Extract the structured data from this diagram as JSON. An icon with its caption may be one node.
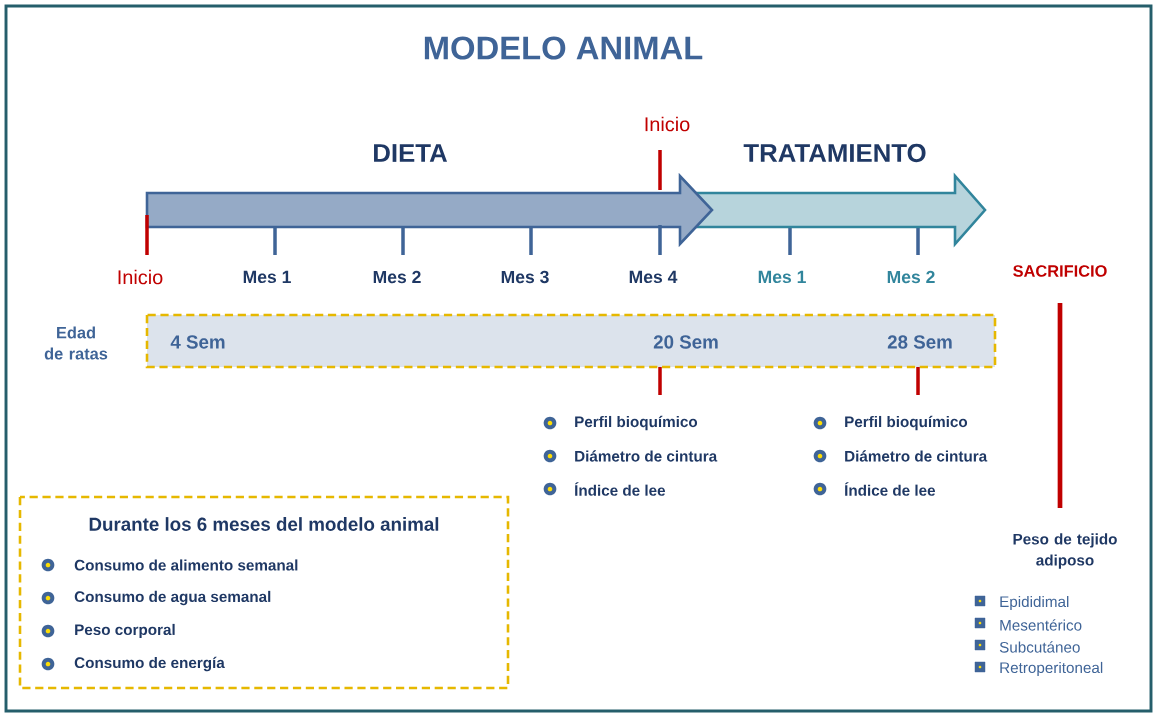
{
  "diagram": {
    "title": "MODELO ANIMAL",
    "nodes": [
      {
        "text": [
          "DIETA"
        ]
      },
      {
        "text": [
          "TRATAMIENTO"
        ]
      },
      {
        "text": [
          "4 Sem",
          "20 Sem",
          "28 Sem"
        ],
        "beside": [
          "Edad de ratas"
        ]
      },
      {
        "text": [
          "Durante los 6 meses del modelo animal",
          "Consumo de alimento semanal",
          "Consumo de agua semanal",
          "Peso corporal",
          "Consumo de energía"
        ]
      }
    ],
    "labels": [
      "Inicio",
      "Inicio",
      "Mes 1",
      "Mes 2",
      "Mes 3",
      "Mes 4",
      "Mes 1",
      "Mes 2",
      "SACRIFICIO",
      "Perfil bioquímico",
      "Diámetro de cintura",
      "Índice de lee",
      "Perfil bioquímico",
      "Diámetro de cintura",
      "Índice de lee",
      "Peso de tejido adiposo",
      "Epididimal",
      "Mesentérico",
      "Subcutáneo",
      "Retroperitoneal"
    ]
  }
}
